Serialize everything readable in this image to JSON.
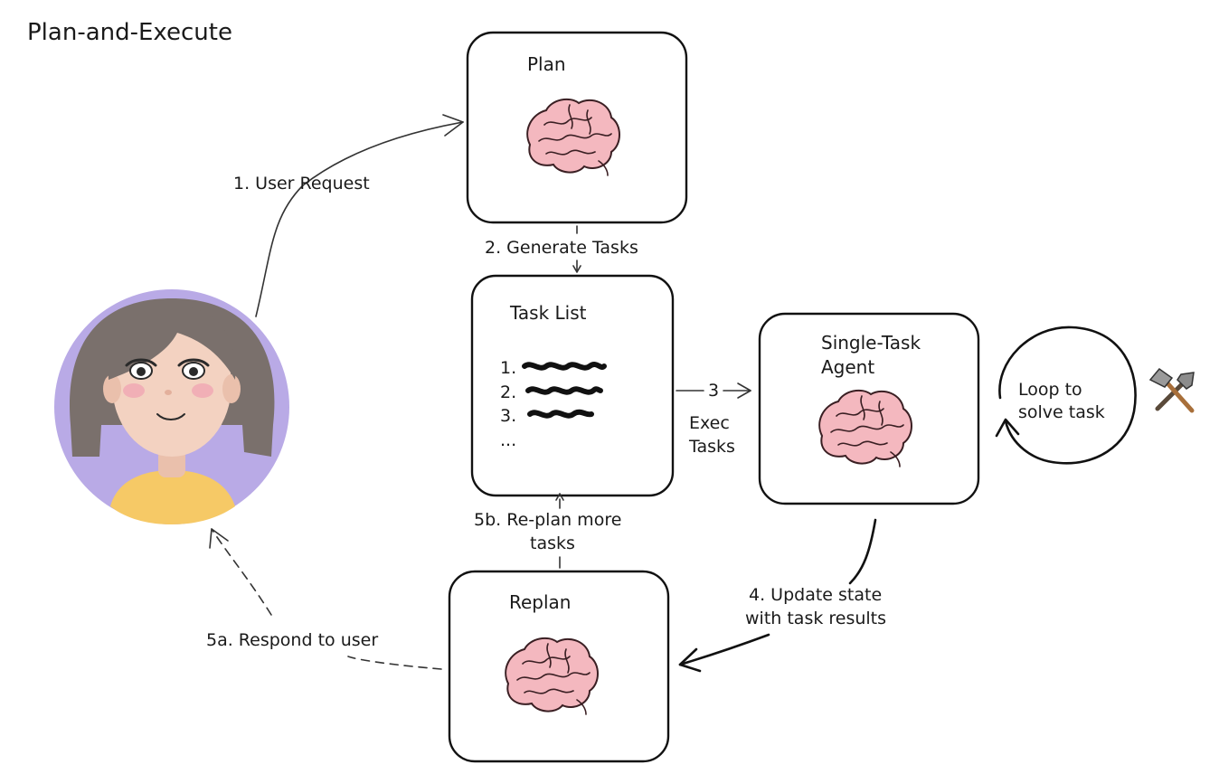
{
  "title": "Plan-and-Execute",
  "nodes": {
    "plan": {
      "label": "Plan"
    },
    "task_list": {
      "label": "Task List",
      "items": [
        "1.",
        "2.",
        "3.",
        "..."
      ]
    },
    "agent": {
      "label_line1": "Single-Task",
      "label_line2": "Agent"
    },
    "replan": {
      "label": "Replan"
    },
    "loop": {
      "label_line1": "Loop to",
      "label_line2": "solve task"
    }
  },
  "edges": {
    "user_request": "1. User Request",
    "generate_tasks": "2. Generate Tasks",
    "exec_step": "3",
    "exec_line1": "Exec",
    "exec_line2": "Tasks",
    "update_line1": "4. Update state",
    "update_line2": "with task results",
    "respond": "5a. Respond to user",
    "replan_line1": "5b. Re-plan more",
    "replan_line2": "tasks"
  },
  "icons": [
    "user-avatar-icon",
    "brain-icon",
    "tools-icon",
    "loop-arrow-icon"
  ],
  "colors": {
    "avatar_bg": "#b9aae6",
    "hair": "#7a706c",
    "skin": "#f3d2c1",
    "shirt": "#f6c966",
    "brain": "#f4b8bf",
    "stroke": "#111111"
  }
}
